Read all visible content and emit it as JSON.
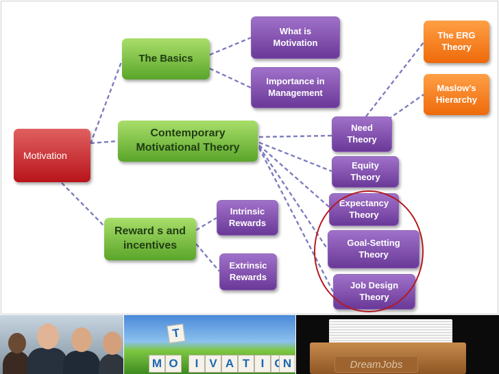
{
  "nodes": {
    "motivation": "Motivation",
    "basics": "The Basics",
    "contemporary": "Contemporary\nMotivational Theory",
    "rewards": "Reward s and\nincentives",
    "what_is": "What is\nMotivation",
    "importance": "Importance in\nManagement",
    "erg": "The ERG\nTheory",
    "maslow": "Maslow’s\nHierarchy",
    "need": "Need\nTheory",
    "equity": "Equity\nTheory",
    "expectancy": "Expectancy\nTheory",
    "goal": "Goal-Setting\nTheory",
    "job_design": "Job Design\nTheory",
    "intrinsic": "Intrinsic\nRewards",
    "extrinsic": "Extrinsic\nRewards"
  },
  "banner": {
    "tile_top": "T",
    "tiles": [
      "M",
      "O",
      "I",
      "V",
      "A",
      "T",
      "I",
      "O",
      "N"
    ],
    "tray_label": "DreamJobs"
  },
  "colors": {
    "root": "#c0272d",
    "branch": "#7bc142",
    "leaf": "#7a47a8",
    "side": "#f7861e",
    "connector": "#7c7cbe",
    "highlight": "#b3191f"
  }
}
